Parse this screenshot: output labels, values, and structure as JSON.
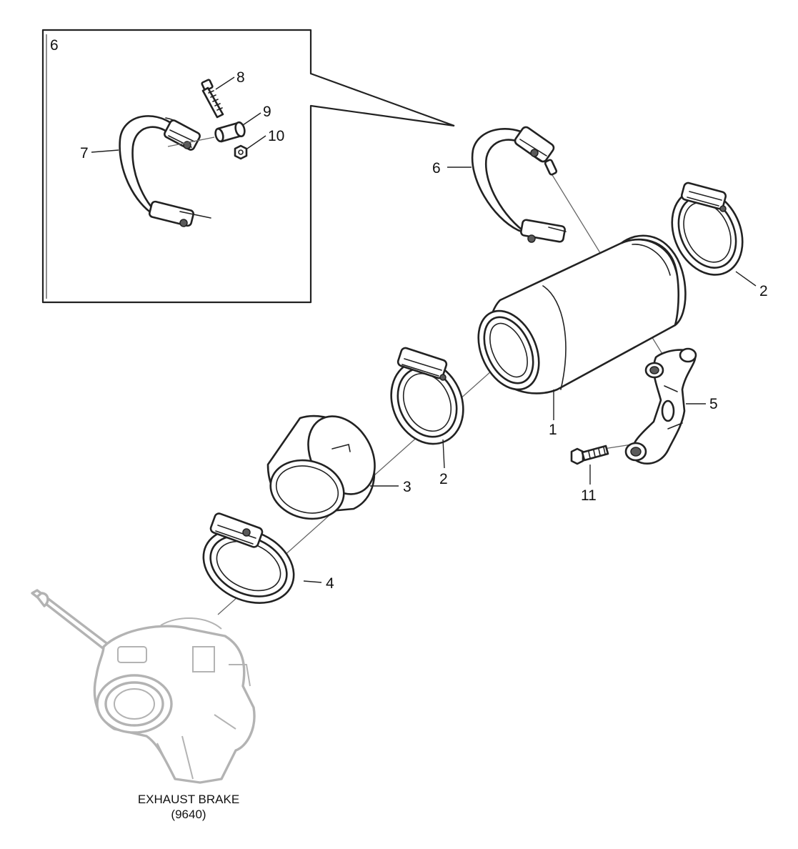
{
  "diagram": {
    "callouts": {
      "c1": "1",
      "c2a": "2",
      "c2b": "2",
      "c3": "3",
      "c4": "4",
      "c5": "5",
      "c6": "6",
      "c6_inset": "6",
      "c7": "7",
      "c8": "8",
      "c9": "9",
      "c10": "10",
      "c11": "11"
    },
    "reference_caption": {
      "line1": "EXHAUST BRAKE",
      "line2": "(9640)"
    },
    "icons": {
      "catalytic_converter": "cylinder-canister",
      "v_band_clamp": "ring-clamp",
      "adapter_pipe": "tapered-sleeve",
      "strap_clamp": "band-strap",
      "bracket": "mounting-bracket",
      "bolt": "hex-bolt",
      "exhaust_brake": "ghosted-assembly"
    },
    "colors": {
      "line": "#222222",
      "ghost": "#b3b3b3",
      "background": "#ffffff"
    }
  }
}
